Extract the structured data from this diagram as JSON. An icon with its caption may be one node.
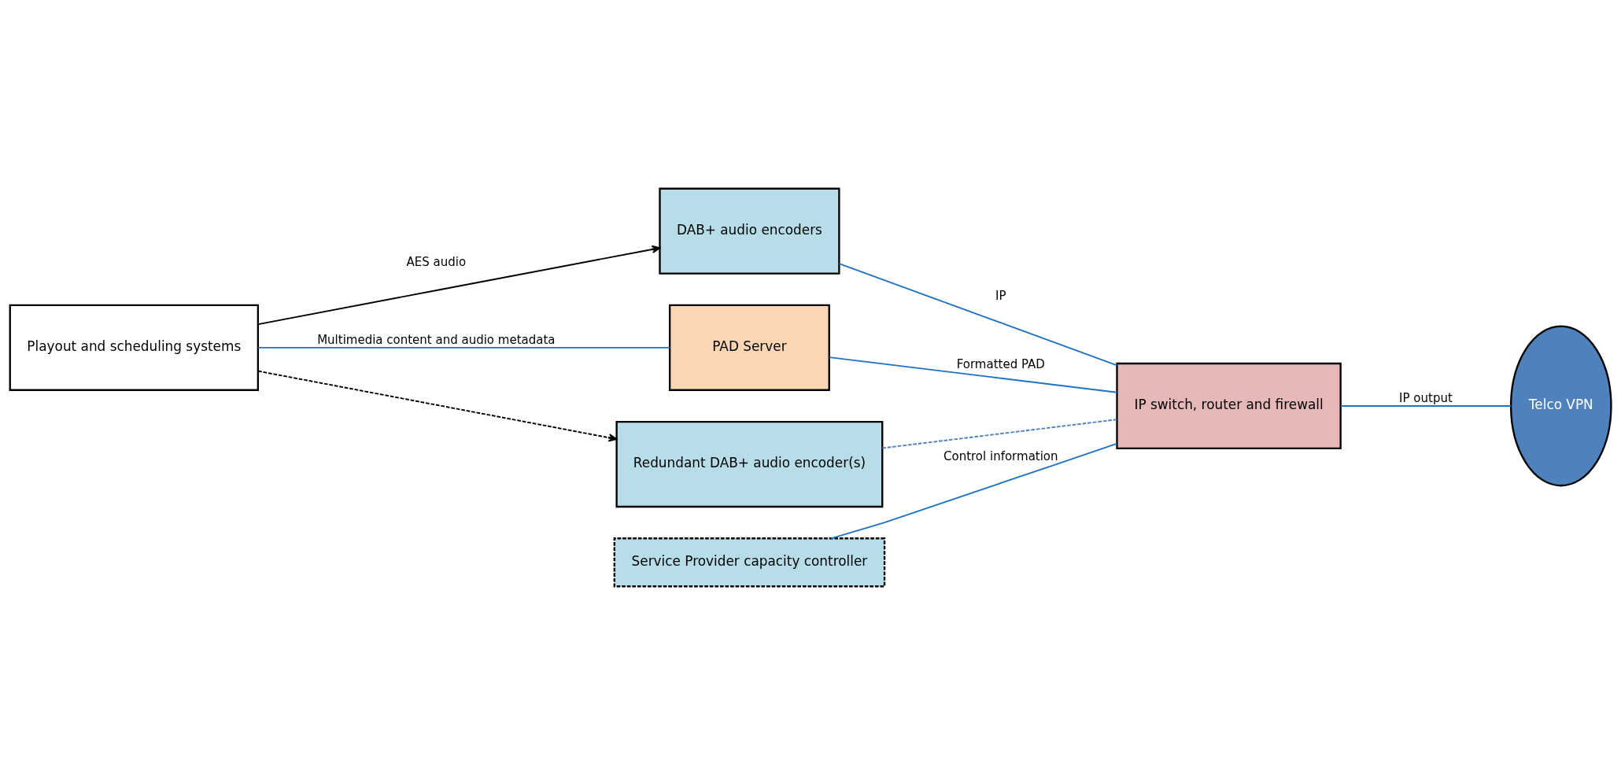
{
  "diagram": {
    "nodes": [
      {
        "text": [
          "Playout and scheduling systems"
        ]
      },
      {
        "text": [
          "Service Provider capacity controller"
        ]
      },
      {
        "text": [
          "DAB+ audio encoders"
        ]
      },
      {
        "text": [
          "IP switch, router and firewall"
        ]
      },
      {
        "text": [
          "Telco VPN"
        ]
      },
      {
        "text": [
          "PAD Server"
        ]
      },
      {
        "text": [
          "Redundant DAB+ audio encoder(s)"
        ]
      }
    ],
    "edges": [
      {
        "from": 0,
        "to": 2,
        "arrow": "to",
        "label": "AES audio",
        "color": "#000000"
      },
      {
        "from": 0,
        "to": 6,
        "arrow": "to",
        "style": "dashed",
        "color": "#000000"
      },
      {
        "from": 1,
        "to": 3,
        "arrow": "none",
        "label": "Control information"
      },
      {
        "from": 2,
        "to": 3,
        "arrow": "none",
        "label": "IP"
      },
      {
        "from": 3,
        "to": 4,
        "arrow": "none",
        "label": "IP output"
      },
      {
        "from": 0,
        "to": 5,
        "arrow": "none",
        "label": "Multimedia content and audio metadata"
      },
      {
        "from": 5,
        "to": 3,
        "arrow": "none",
        "label": "Formatted PAD"
      },
      {
        "from": 6,
        "to": 3,
        "arrow": "none",
        "style": "dashed",
        "color": "#4f81bd"
      }
    ]
  }
}
